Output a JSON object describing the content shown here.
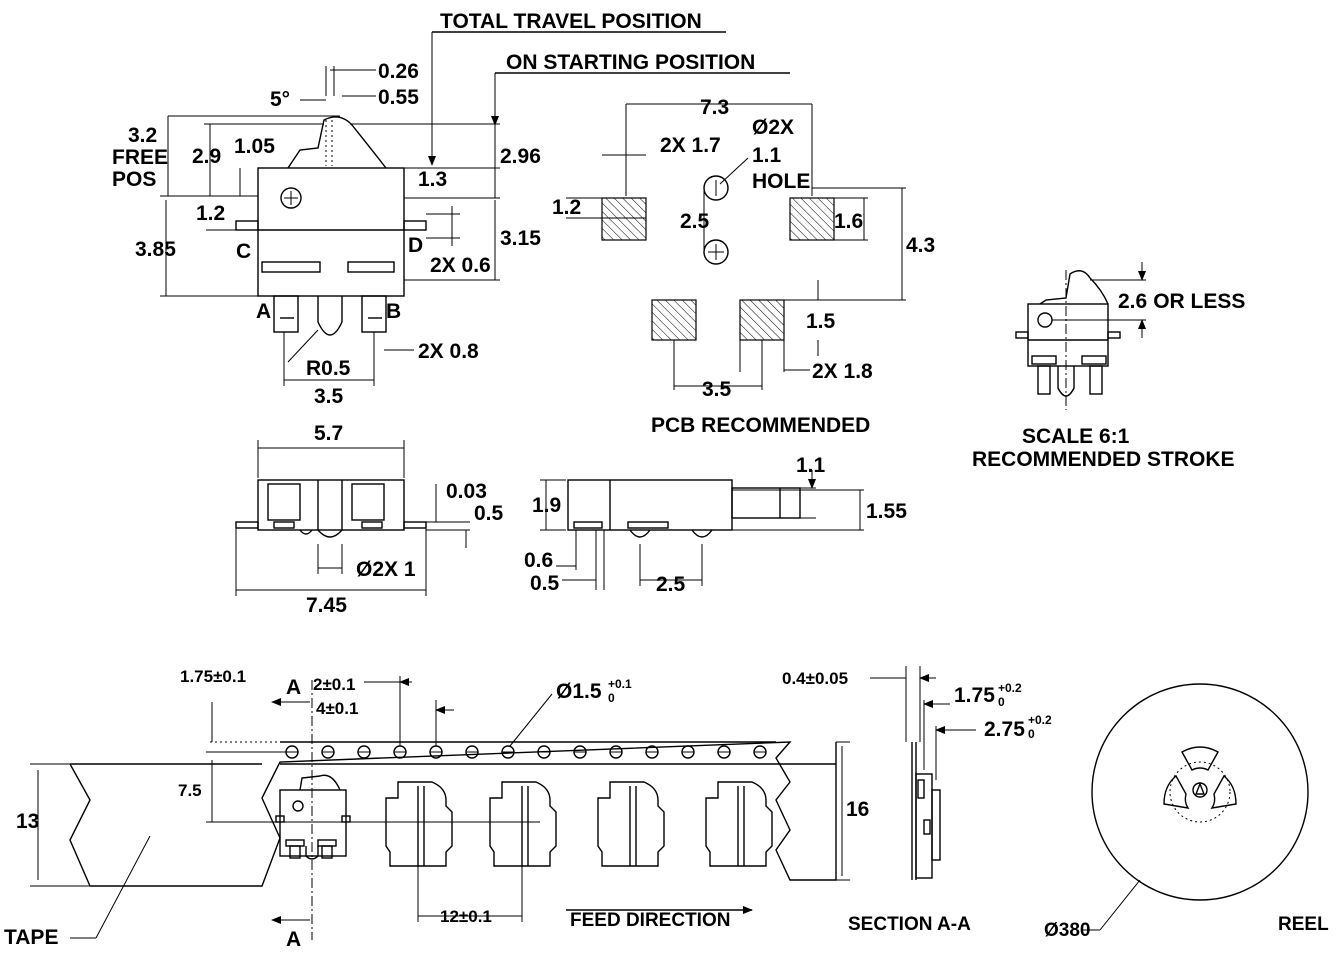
{
  "positions": {
    "total_travel": "TOTAL TRAVEL POSITION",
    "on_starting": "ON STARTING POSITION"
  },
  "front_view": {
    "dim_0_26": "0.26",
    "dim_0_55": "0.55",
    "angle_5": "5°",
    "free_pos_value": "3.2",
    "free_pos_line1": "FREE",
    "free_pos_line2": "POS",
    "dim_2_9": "2.9",
    "dim_1_05": "1.05",
    "dim_1_3": "1.3",
    "dim_2_96": "2.96",
    "dim_1_2": "1.2",
    "dim_3_85": "3.85",
    "terminal_c": "C",
    "terminal_d": "D",
    "dim_3_15": "3.15",
    "dim_2x_0_6": "2X 0.6",
    "terminal_a": "A",
    "terminal_b": "B",
    "radius": "R0.5",
    "dim_2x_0_8": "2X 0.8",
    "dim_3_5": "3.5"
  },
  "pcb": {
    "dim_7_3": "7.3",
    "dim_2x_1_7": "2X 1.7",
    "hole_line1": "Ø2X",
    "hole_line2": "1.1",
    "hole_line3": "HOLE",
    "dim_1_2": "1.2",
    "dim_2_5": "2.5",
    "dim_1_6": "1.6",
    "dim_4_3": "4.3",
    "dim_1_5": "1.5",
    "dim_3_5": "3.5",
    "dim_2x_1_8": "2X 1.8",
    "title": "PCB RECOMMENDED"
  },
  "stroke_view": {
    "dim": "2.6",
    "dim_suffix": "OR LESS",
    "scale": "SCALE  6:1",
    "title": "RECOMMENDED STROKE"
  },
  "bottom_view": {
    "dim_5_7": "5.7",
    "dim_0_03": "0.03",
    "dim_0_5": "0.5",
    "dim_holes": "Ø2X 1",
    "dim_7_45": "7.45"
  },
  "side_view": {
    "dim_1_1": "1.1",
    "dim_1_9": "1.9",
    "dim_1_55": "1.55",
    "dim_0_6": "0.6",
    "dim_0_5": "0.5",
    "dim_2_5": "2.5"
  },
  "tape": {
    "dim_1_75": "1.75±0.1",
    "section_mark": "A",
    "dim_2": "2±0.1",
    "dim_4": "4±0.1",
    "hole_dia": "Ø1.5",
    "hole_tol_plus": "+0.1",
    "hole_tol_zero": "0",
    "dim_7_5": "7.5",
    "dim_13": "13",
    "dim_16": "16",
    "dim_12": "12±0.1",
    "feed": "FEED DIRECTION",
    "tape_label": "TAPE"
  },
  "section": {
    "dim_0_4": "0.4±0.05",
    "dim_1_75": "1.75",
    "dim_1_75_plus": "+0.2",
    "dim_1_75_zero": "0",
    "dim_2_75": "2.75",
    "dim_2_75_plus": "+0.2",
    "dim_2_75_zero": "0",
    "title": "SECTION A-A"
  },
  "reel": {
    "dia": "Ø380",
    "title": "REEL"
  }
}
